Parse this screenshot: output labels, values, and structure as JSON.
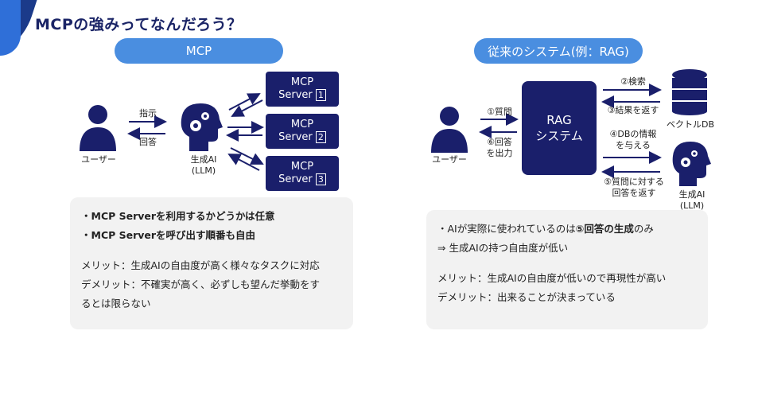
{
  "title": "MCPの強みってなんだろう？",
  "left": {
    "pill": "MCP",
    "user_label": "ユーザー",
    "instruct_label": "指示",
    "answer_label": "回答",
    "ai_label_1": "生成AI",
    "ai_label_2": "(LLM)",
    "servers": [
      {
        "line1": "MCP",
        "line2": "Server",
        "num": "1"
      },
      {
        "line1": "MCP",
        "line2": "Server",
        "num": "2"
      },
      {
        "line1": "MCP",
        "line2": "Server",
        "num": "3"
      }
    ],
    "card": {
      "bullet1": "・MCP Serverを利用するかどうかは任意",
      "bullet2": "・MCP Serverを呼び出す順番も自由",
      "merit": "メリット：生成AIの自由度が高く様々なタスクに対応",
      "demerit1": "デメリット：不確実が高く、必ずしも望んだ挙動をす",
      "demerit2": "るとは限らない"
    }
  },
  "right": {
    "pill": "従来のシステム(例：RAG)",
    "user_label": "ユーザー",
    "q1": "①質問",
    "a6_1": "⑥回答",
    "a6_2": "を出力",
    "rag_1": "RAG",
    "rag_2": "システム",
    "s2": "②検索",
    "s3": "③結果を返す",
    "s4_1": "④DBの情報",
    "s4_2": "を与える",
    "s5_1": "⑤質問に対する",
    "s5_2": "回答を返す",
    "db_label": "ベクトルDB",
    "ai_label_1": "生成AI",
    "ai_label_2": "(LLM)",
    "card": {
      "bullet1_a": "・AIが実際に使われているのは",
      "bullet1_b": "⑤回答の生成",
      "bullet1_c": "のみ",
      "line2": "⇒ 生成AIの持つ自由度が低い",
      "merit": "メリット：生成AIの自由度が低いので再現性が高い",
      "demerit": "デメリット：出来ることが決まっている"
    }
  },
  "colors": {
    "navy": "#1a1f6b",
    "accent": "#4a8ee0",
    "card": "#f2f2f2"
  }
}
